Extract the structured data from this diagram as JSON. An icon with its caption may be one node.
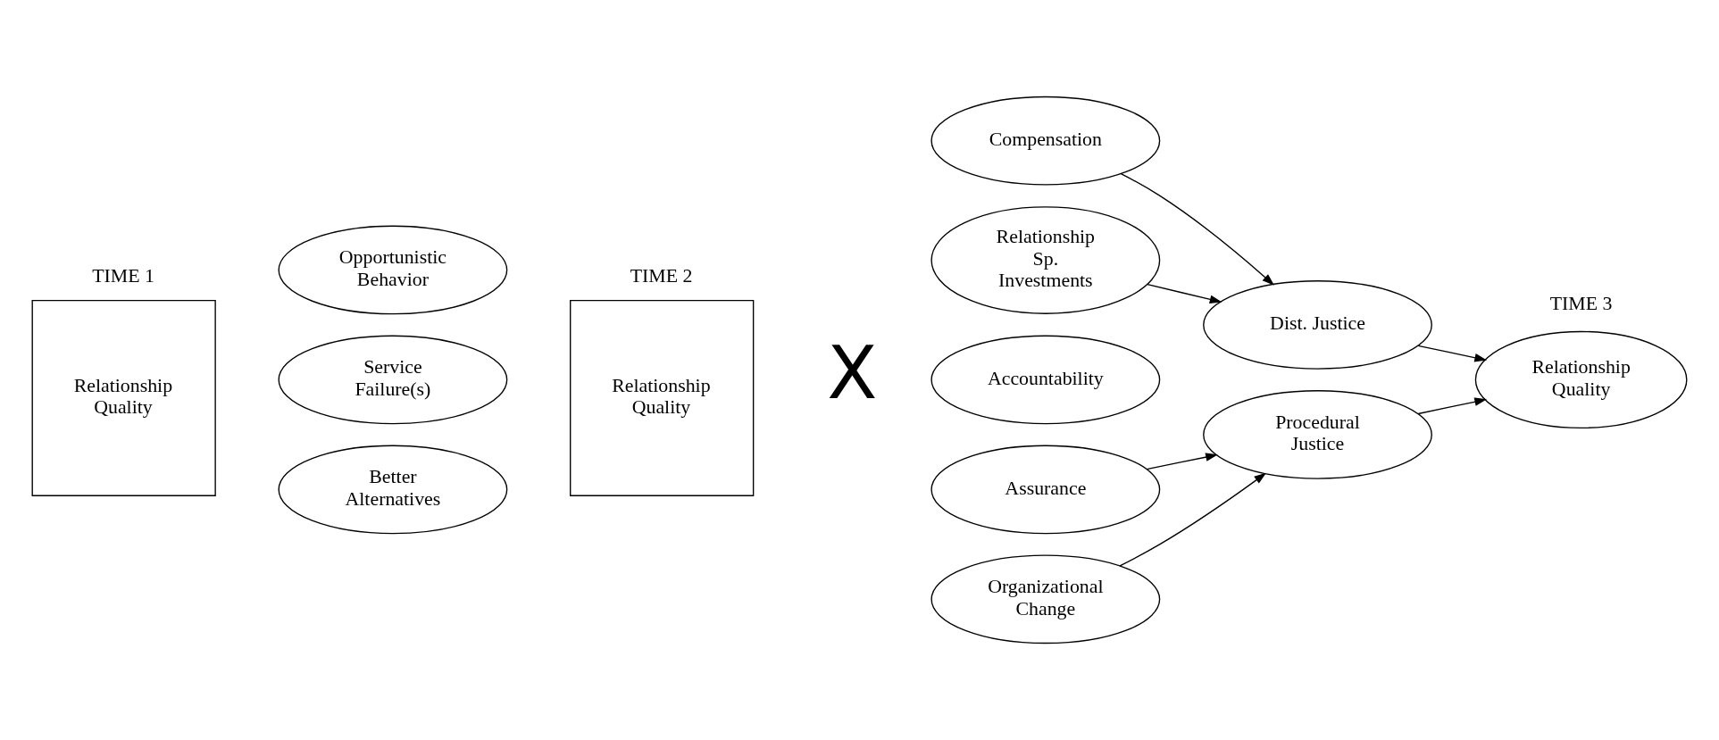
{
  "diagram": {
    "nodes": [
      {
        "text": [
          "TIME 1",
          "Relationship Quality"
        ]
      },
      {
        "text": [
          "Opportunistic Behavior"
        ]
      },
      {
        "text": [
          "Service Failure(s)"
        ]
      },
      {
        "text": [
          "Better Alternatives"
        ]
      },
      {
        "text": [
          "TIME 2",
          "Relationship Quality"
        ]
      },
      {
        "text": [
          "Compensation"
        ]
      },
      {
        "text": [
          "Relationship Sp. Investments"
        ]
      },
      {
        "text": [
          "Accountability"
        ]
      },
      {
        "text": [
          "Assurance"
        ]
      },
      {
        "text": [
          "Organizational Change"
        ]
      },
      {
        "text": [
          "Dist. Justice"
        ]
      },
      {
        "text": [
          "Procedural Justice"
        ]
      },
      {
        "text": [
          "TIME 3",
          "Relationship Quality"
        ]
      }
    ],
    "edges": [
      {
        "from": 5,
        "to": 10,
        "arrow": "to"
      },
      {
        "from": 6,
        "to": 10,
        "arrow": "to"
      },
      {
        "from": 8,
        "to": 11,
        "arrow": "to"
      },
      {
        "from": 9,
        "to": 11,
        "arrow": "to"
      },
      {
        "from": 10,
        "to": 12,
        "arrow": "to"
      },
      {
        "from": 11,
        "to": 12,
        "arrow": "to"
      }
    ],
    "labels": [
      "X"
    ]
  }
}
